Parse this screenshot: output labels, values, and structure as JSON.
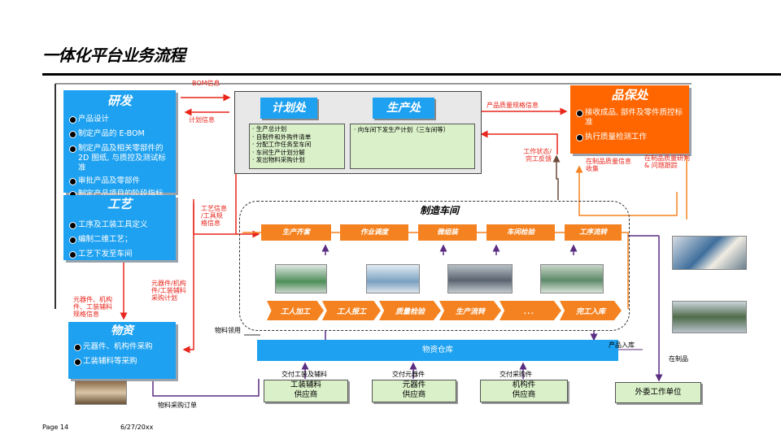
{
  "title": "一体化平台业务流程",
  "footer": {
    "page": "Page 14",
    "date": "6/27/20xx"
  },
  "rd": {
    "head": "研发",
    "items": [
      "产品设计",
      "制定产品的 E-BOM",
      "制定产品及相关零部件的2D 图纸, 与质控及测试标准",
      "审批产品及零部件",
      "制定产品项目的阶段指标"
    ]
  },
  "process": {
    "head": "工艺",
    "items": [
      "工序及工装工具定义",
      "编制二维工艺；",
      "工艺下发至车间"
    ]
  },
  "materials": {
    "head": "物资",
    "items": [
      "元器件、机构件采购",
      "工装辅料等采购"
    ]
  },
  "qa": {
    "head": "品保处",
    "items": [
      "接收成品, 部件及零件质控标准",
      "执行质量检测工作"
    ],
    "sub1": "在制品质量信息收集",
    "sub2": "在制品质量研判\n& 问题跟踪"
  },
  "planning": {
    "head": "计划处",
    "items": [
      "生产总计划",
      "自制件和外购件清单",
      "分配工作任务至车间",
      "车间生产计划分解",
      "发出物料采购计划"
    ]
  },
  "production": {
    "head": "生产处",
    "items": [
      "向车间下发生产计划（三车间等）"
    ]
  },
  "workshop": {
    "head": "制造车间",
    "top_steps": [
      "生产齐套",
      "作业调度",
      "微组装",
      "车间检验",
      "工序流转"
    ],
    "bottom_steps": [
      "工人加工",
      "工人报工",
      "质量检验",
      "生产流转",
      "．．．",
      "完工入库"
    ]
  },
  "warehouse": "物资仓库",
  "suppliers": [
    "工装辅料\n供应商",
    "元器件\n供应商",
    "机构件\n供应商"
  ],
  "outsource": "外委工作单位",
  "labels": {
    "bom": "BOM信息",
    "plan_info": "计划信息",
    "quality_spec": "产品质量规格信息",
    "work_status": "工作状态/\n完工反馈",
    "process_info": "工艺信息\n/工具规\n格信息",
    "components_spec": "元器件、机构\n件、工装辅料\n规格信息",
    "components_plan": "元器件/机构\n件/工装辅料\n采购计划",
    "material_request": "物料领用",
    "deliver_tool": "交付工装及辅料",
    "deliver_comp": "交付元器件",
    "deliver_mech": "交付采购件",
    "product_in": "产品入库",
    "wip": "在制品",
    "purchase_order": "物料采购订单"
  },
  "colors": {
    "blue": "#1ea1f0",
    "orange": "#f58220",
    "qa": "#ff6600",
    "red": "#e8261c",
    "green": "#d9f0c8"
  }
}
